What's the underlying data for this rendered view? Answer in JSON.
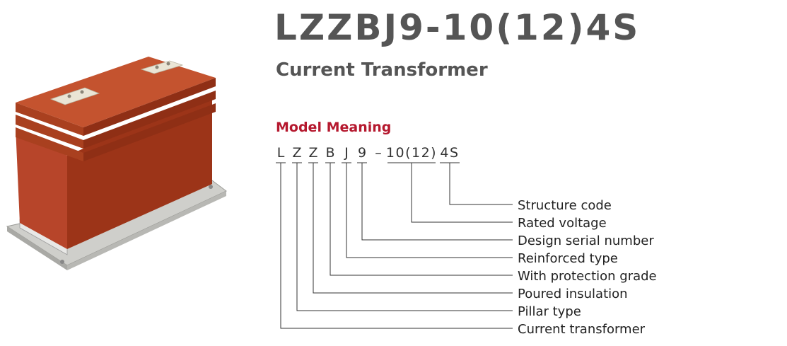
{
  "product": {
    "title": "LZZBJ9-10(12)4S",
    "subtitle": "Current Transformer",
    "image_alt": "resin-cast current transformer",
    "body_color": "#a8391e"
  },
  "model_meaning": {
    "heading": "Model Meaning",
    "heading_color": "#b5182e",
    "code_segments": [
      {
        "text": "L"
      },
      {
        "text": "Z"
      },
      {
        "text": "Z"
      },
      {
        "text": "B"
      },
      {
        "text": "J"
      },
      {
        "text": "9"
      },
      {
        "text": "–"
      },
      {
        "text": "10(12)"
      },
      {
        "text": "4S"
      }
    ],
    "meanings": [
      {
        "label": "Structure code"
      },
      {
        "label": "Rated voltage"
      },
      {
        "label": "Design serial number"
      },
      {
        "label": "Reinforced type"
      },
      {
        "label": "With protection grade"
      },
      {
        "label": "Poured insulation"
      },
      {
        "label": "Pillar type"
      },
      {
        "label": "Current transformer"
      }
    ]
  }
}
